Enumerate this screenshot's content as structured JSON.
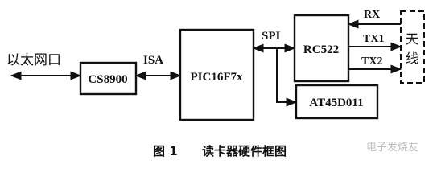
{
  "blocks": {
    "cs8900": "CS8900",
    "pic": "PIC16F7x",
    "rc522": "RC522",
    "at45": "AT45D011",
    "antenna": [
      "天",
      "线"
    ]
  },
  "labels": {
    "ethernet": "以太网口",
    "isa": "ISA",
    "spi": "SPI",
    "rx": "RX",
    "tx1": "TX1",
    "tx2": "TX2"
  },
  "caption": {
    "figure": "图 1",
    "title": "读卡器硬件框图"
  },
  "watermark": "电子发烧友"
}
